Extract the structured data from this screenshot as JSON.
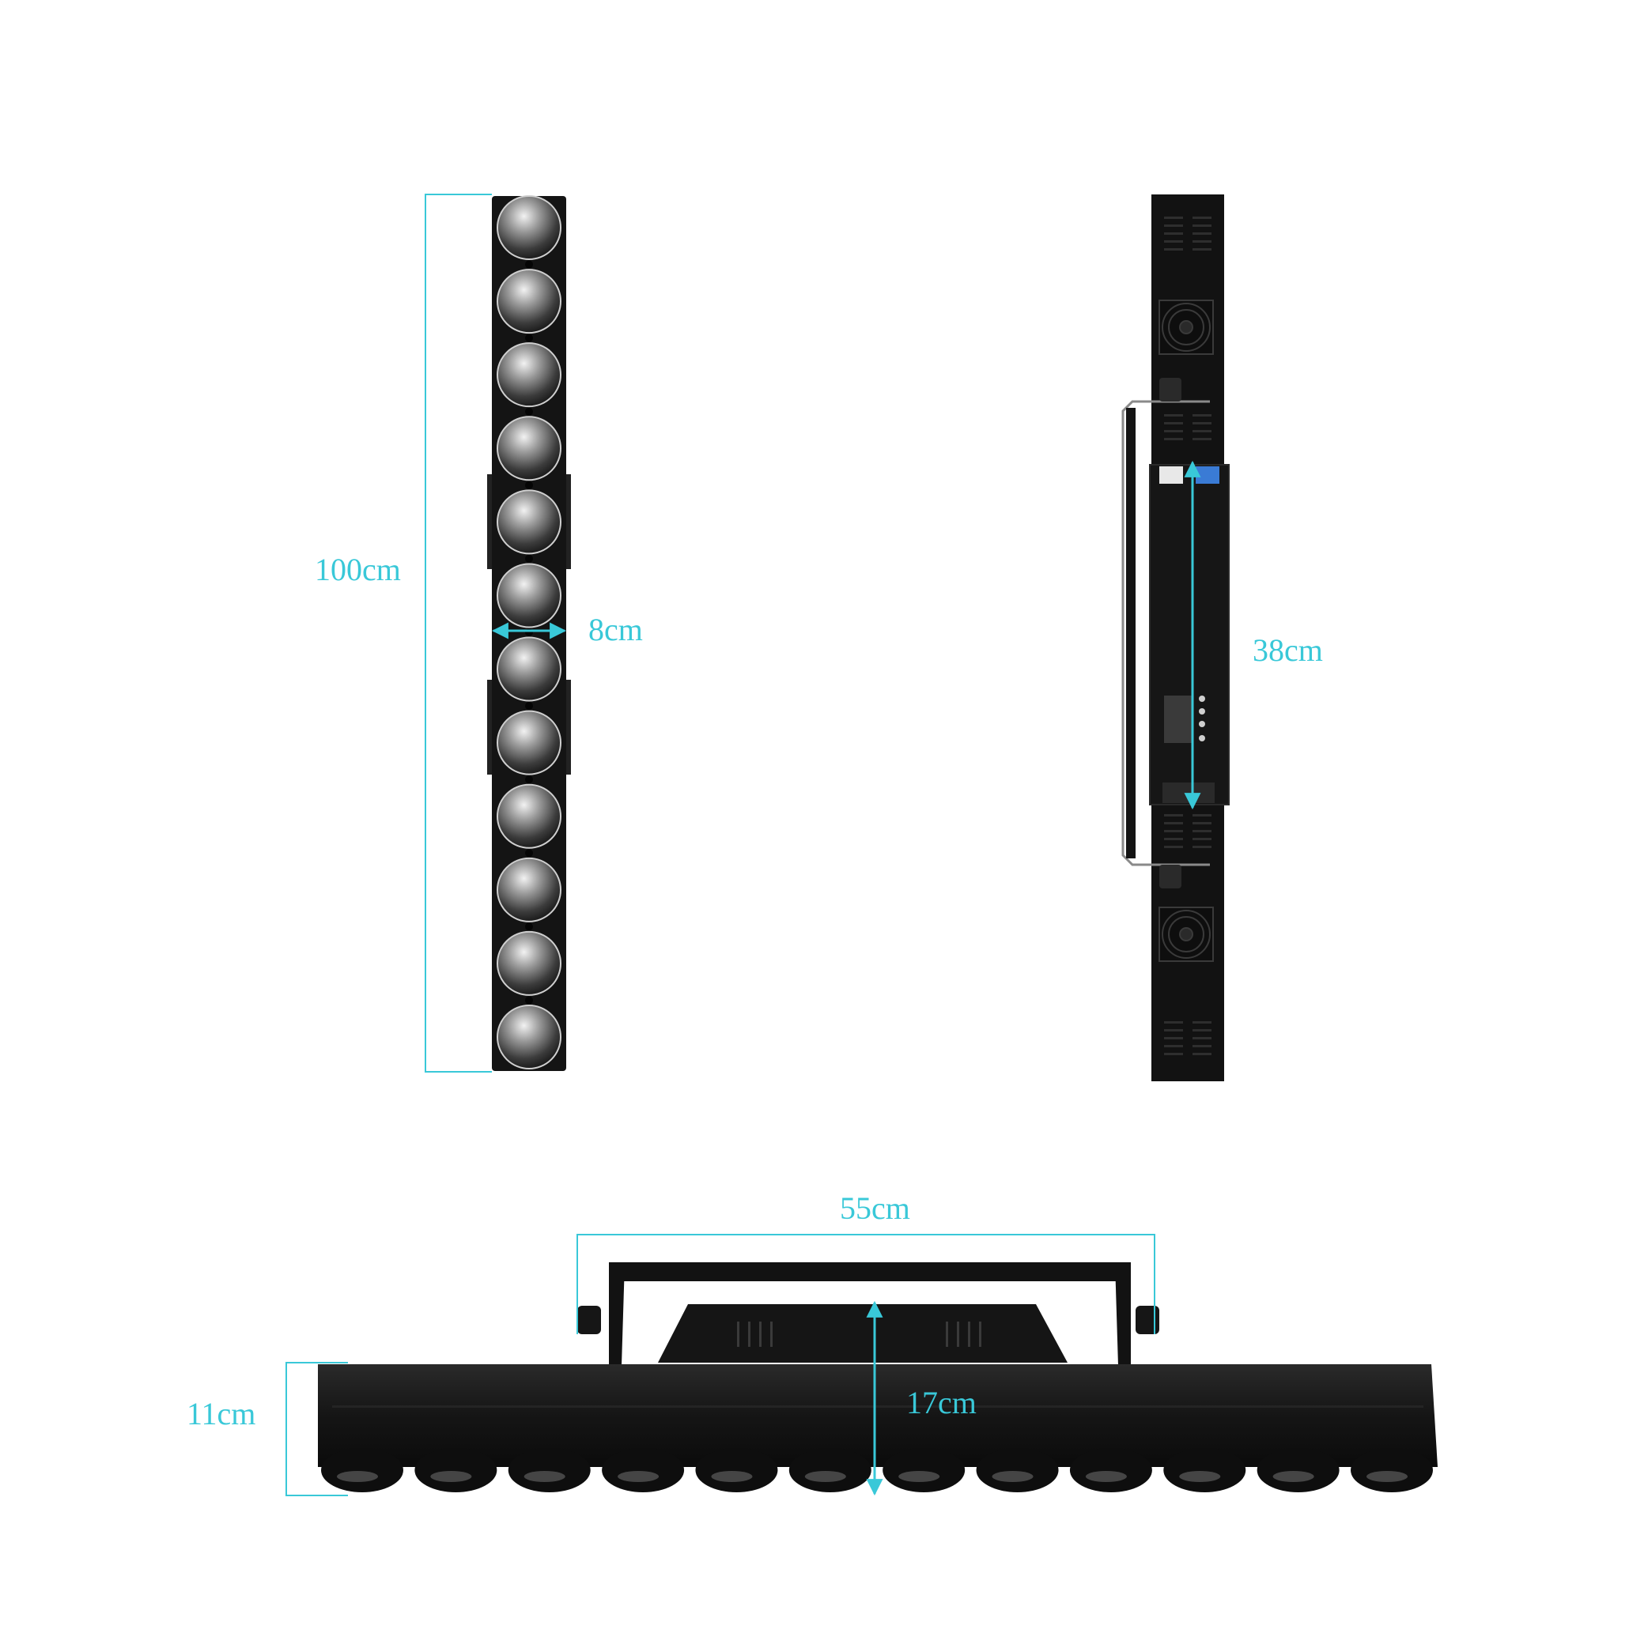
{
  "colors": {
    "dimension": "#39c8d8",
    "housing": "#111111",
    "background": "#ffffff"
  },
  "views": {
    "front": {
      "height_label": "100cm",
      "width_label": "8cm",
      "lens_count": 12
    },
    "back": {
      "bracket_length_label": "38cm"
    },
    "side": {
      "bracket_width_label": "55cm",
      "body_height_label": "11cm",
      "total_height_label": "17cm"
    }
  }
}
